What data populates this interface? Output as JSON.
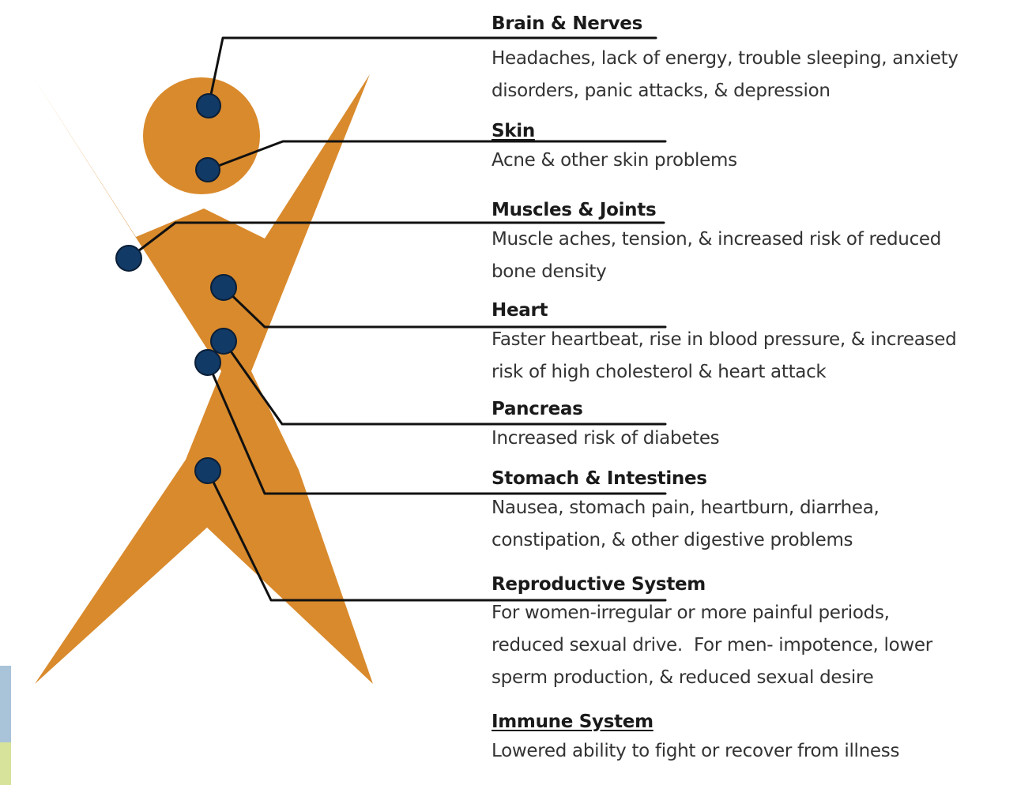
{
  "colors": {
    "figure": "#d98a2c",
    "dot": "#123a66",
    "line": "#111111"
  },
  "entries": [
    {
      "title": "Brain & Nerves",
      "desc": "Headaches, lack of energy, trouble sleeping, anxiety disorders, panic attacks, & depression"
    },
    {
      "title": "Skin",
      "desc": "Acne & other skin problems"
    },
    {
      "title": "Muscles & Joints",
      "desc": "Muscle aches, tension, & increased risk of reduced bone density"
    },
    {
      "title": "Heart",
      "desc": "Faster heartbeat, rise in blood pressure, & increased risk of high cholesterol & heart attack"
    },
    {
      "title": "Pancreas",
      "desc": "Increased risk of diabetes"
    },
    {
      "title": "Stomach & Intestines",
      "desc": "Nausea, stomach pain, heartburn, diarrhea, constipation, & other digestive problems"
    },
    {
      "title": "Reproductive System",
      "desc_lines": [
        "For women-irregular or more painful periods,",
        "reduced sexual drive.  For men- impotence, lower",
        "sperm production, & reduced sexual desire"
      ]
    },
    {
      "title": "Immune System",
      "desc": "Lowered ability to fight or recover from illness"
    }
  ]
}
